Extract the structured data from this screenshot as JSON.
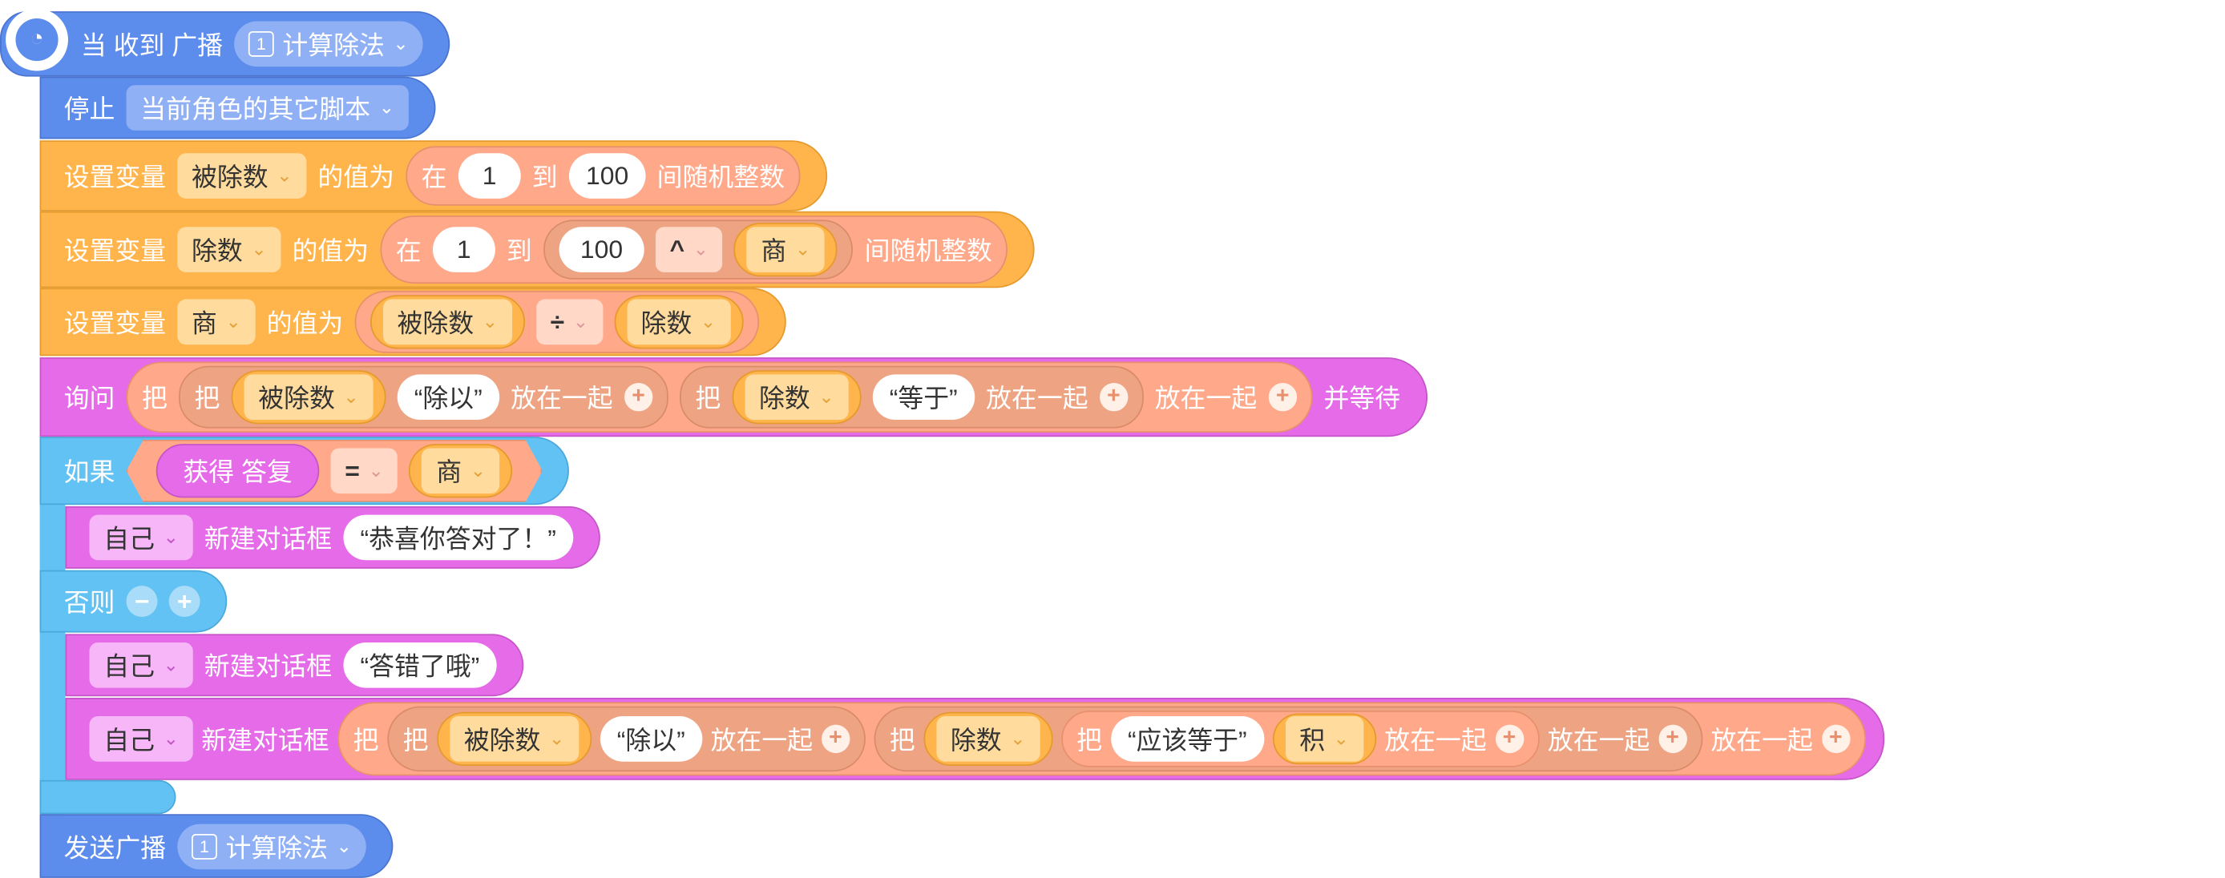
{
  "hat": {
    "label": "当 收到 广播",
    "broadcast": "计算除法",
    "broadcast_num": "1"
  },
  "stop": {
    "label": "停止",
    "option": "当前角色的其它脚本"
  },
  "set1": {
    "label": "设置变量",
    "var": "被除数",
    "mid": "的值为",
    "rand_in": "在",
    "from": "1",
    "to_word": "到",
    "to": "100",
    "tail": "间随机整数"
  },
  "set2": {
    "label": "设置变量",
    "var": "除数",
    "mid": "的值为",
    "rand_in": "在",
    "from": "1",
    "to_word": "到",
    "to": "100",
    "op": "^",
    "opvar": "商",
    "tail": "间随机整数"
  },
  "set3": {
    "label": "设置变量",
    "var": "商",
    "mid": "的值为",
    "a": "被除数",
    "op": "÷",
    "b": "除数"
  },
  "ask": {
    "label": "询问",
    "join": "把",
    "v1": "被除数",
    "s1": "“除以”",
    "put": "放在一起",
    "v2": "除数",
    "s2": "“等于”",
    "tail": "并等待"
  },
  "if": {
    "label": "如果",
    "answer": "获得 答复",
    "eq": "=",
    "var": "商"
  },
  "say1": {
    "who": "自己",
    "label": "新建对话框",
    "text": "“恭喜你答对了！”"
  },
  "else": {
    "label": "否则",
    "minus": "−",
    "plus": "+"
  },
  "say2": {
    "who": "自己",
    "label": "新建对话框",
    "text": "“答错了哦”"
  },
  "say3": {
    "who": "自己",
    "label": "新建对话框",
    "join": "把",
    "v1": "被除数",
    "s1": "“除以”",
    "put": "放在一起",
    "v2": "除数",
    "s2": "“应该等于”",
    "v3": "积"
  },
  "send": {
    "label": "发送广播",
    "broadcast": "计算除法",
    "broadcast_num": "1"
  },
  "colors": {
    "event": "#5c8cec",
    "variable": "#ffb44c",
    "looks": "#e56be8",
    "control": "#62c2f4",
    "operator": "#ffa98a"
  }
}
